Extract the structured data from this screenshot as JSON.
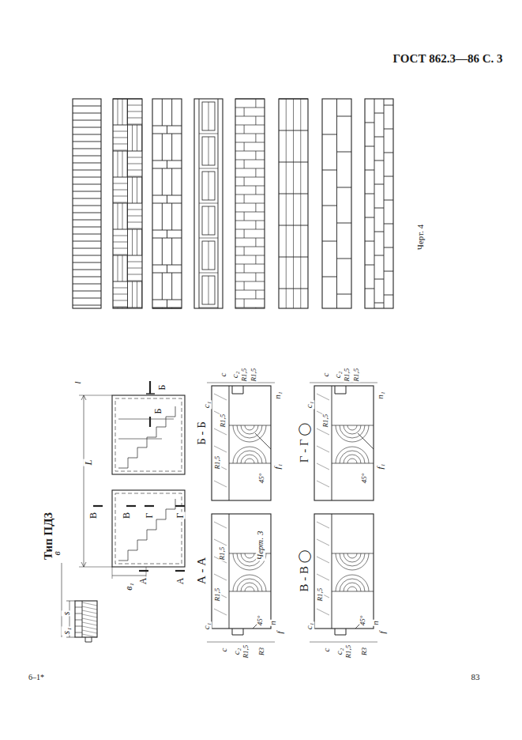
{
  "diagram": {
    "labels": [
      "ГОСТ 862.3—86 С. 3",
      "Тип ПД3",
      "s",
      "s₁",
      "в",
      "L",
      "l",
      "в₁",
      "В",
      "В",
      "Г",
      "Г",
      "А",
      "А",
      "Б",
      "Б",
      "А - А",
      "Б - Б",
      "В - В ◯",
      "Г - Г ◯",
      "c₁",
      "c",
      "c₂",
      "R1,5",
      "R1,5",
      "R1,5",
      "45°",
      "n",
      "R3",
      "f",
      "c₁",
      "c",
      "c₂",
      "R1,5",
      "R1,5",
      "R1,5",
      "R1,5",
      "n₁",
      "45°",
      "f₁",
      "c₁",
      "c",
      "c₂",
      "R1,5",
      "R1,5",
      "45°",
      "n",
      "R3",
      "f",
      "c₁",
      "c",
      "c₂",
      "R1,5",
      "R1,5",
      "R1,5",
      "n₁",
      "45°",
      "f₁",
      "Черт. 3",
      "Черт. 4",
      "6–1*",
      "83"
    ]
  }
}
